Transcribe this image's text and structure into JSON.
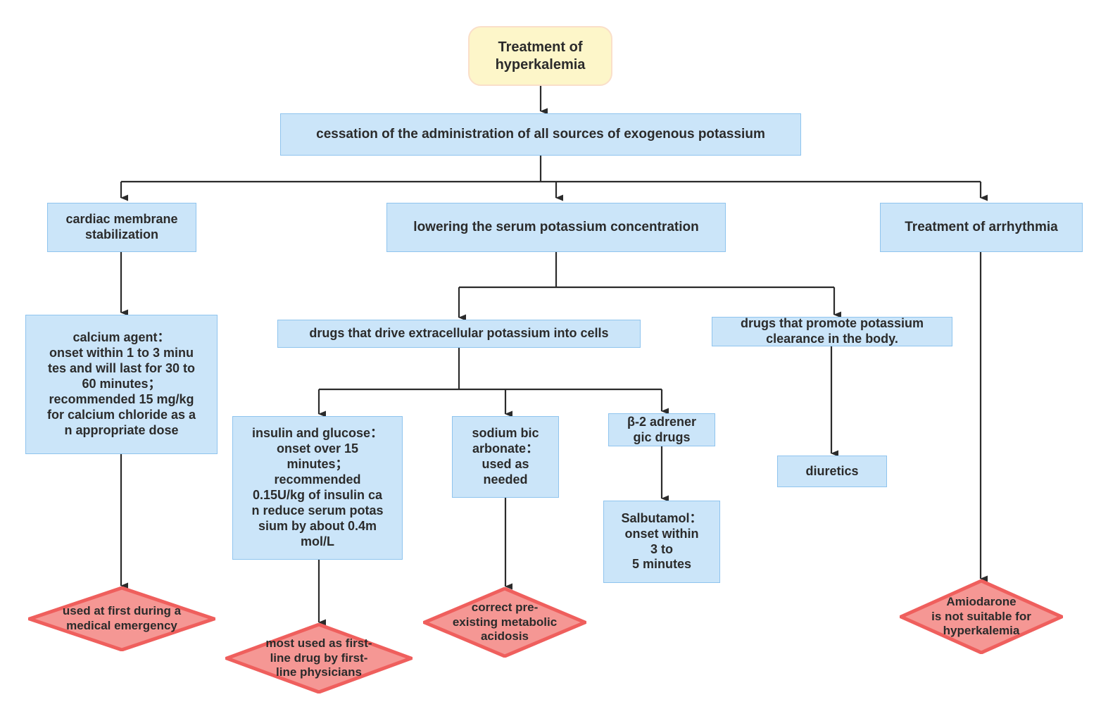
{
  "diagram": {
    "title": "Treatment of hyperkalemia",
    "colors": {
      "process_fill": "#cbe5f9",
      "process_stroke": "#8fc4ee",
      "root_fill": "#fdf6c9",
      "root_stroke": "#fadfc9",
      "decision_fill": "#f59794",
      "decision_stroke": "#ef5f5d",
      "edge_stroke": "#2b2b2b",
      "text": "#2b2b2b"
    },
    "nodes": {
      "root": "Treatment of\nhyperkalemia",
      "cessation": "cessation of the administration of all sources of exogenous potassium",
      "cardiac_membrane": "cardiac membrane\nstabilization",
      "lowering_serum": "lowering the serum potassium concentration",
      "treatment_arrhythmia": "Treatment of arrhythmia",
      "calcium_agent": "calcium agent：\nonset within 1 to 3 minu\ntes and will last for 30 to\n60 minutes；\nrecommended 15 mg/kg\nfor calcium chloride as a\nn appropriate dose",
      "drive_into_cells": "drugs that drive extracellular potassium into cells",
      "promote_clearance": "drugs that promote potassium\nclearance in the body.",
      "insulin_glucose": "insulin and glucose：\nonset over 15\nminutes；\nrecommended\n0.15U/kg of insulin ca\nn reduce serum potas\nsium by about 0.4m\nmol/L",
      "sodium_bicarbonate": "sodium bic\narbonate：\nused as\nneeded",
      "beta2_drugs": "β-2 adrener\ngic drugs",
      "salbutamol": "Salbutamol：\nonset within\n3 to\n5 minutes",
      "diuretics": "diuretics",
      "emergency_note": "used at first during a\nmedical emergency",
      "first_line_note": "most used as first-\nline drug by first-\nline physicians",
      "acidosis_note": "correct pre-\nexisting metabolic\nacidosis",
      "amiodarone_note": "Amiodarone\nis not suitable for\nhyperkalemia"
    }
  }
}
